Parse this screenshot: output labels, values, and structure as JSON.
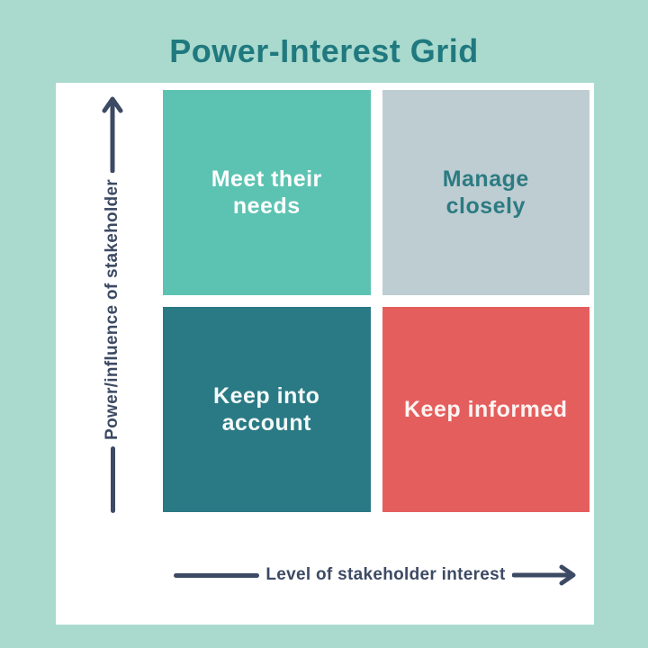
{
  "title": "Power-Interest Grid",
  "quadrants": {
    "top_left": {
      "line1": "Meet their",
      "line2": "needs",
      "bg": "#5cc3b2",
      "text_color": "#ffffff"
    },
    "top_right": {
      "line1": "Manage",
      "line2": "closely",
      "bg": "#becdd2",
      "text_color": "#2c7b82"
    },
    "bottom_left": {
      "line1": "Keep into",
      "line2": "account",
      "bg": "#2a7a85",
      "text_color": "#ffffff"
    },
    "bottom_right": {
      "line1": "Keep informed",
      "line2": "",
      "bg": "#e55e5e",
      "text_color": "#ffffff"
    }
  },
  "axes": {
    "y_label": "Power/influence of stakeholder",
    "x_label": "Level of stakeholder interest",
    "arrow_color": "#3d4a64"
  },
  "colors": {
    "page_background": "#a9dacd",
    "card_background": "#ffffff",
    "title_color": "#20797f"
  }
}
